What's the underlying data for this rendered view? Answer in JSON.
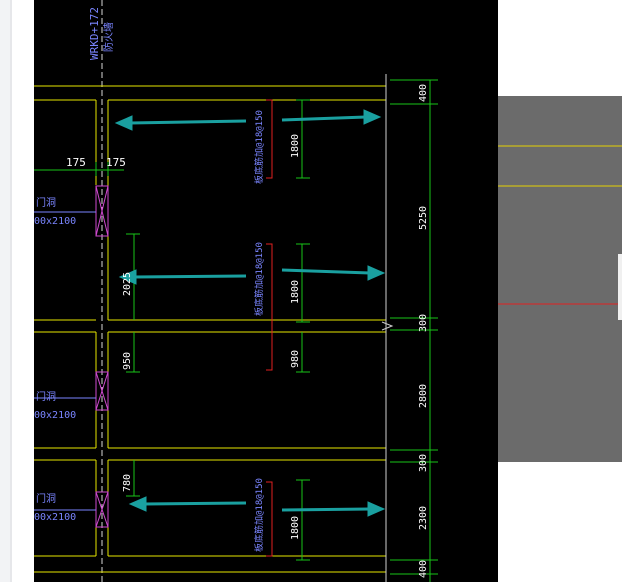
{
  "cad": {
    "axis_label": "WRKD+172",
    "axis_sub": "防火墙",
    "dim_left_a": "175",
    "dim_left_b": "175",
    "door1_name": "门洞",
    "door1_size": "00x2100",
    "door2_name": "门洞",
    "door2_size": "00x2100",
    "door3_name": "门洞",
    "door3_size": "00x2100",
    "rebar_note_1": "板底筋加@18@150",
    "rebar_note_2": "板底筋加@18@150",
    "rebar_note_3": "板底筋加@18@150",
    "dim_1800_a": "1800",
    "dim_1800_b": "1800",
    "dim_1800_c": "1800",
    "dim_950": "950",
    "dim_980": "980",
    "dim_2025": "2025",
    "dim_780": "780",
    "right_dims": [
      "400",
      "5250",
      "300",
      "2800",
      "300",
      "2300",
      "400"
    ]
  },
  "colors": {
    "background": "#000000",
    "wall": "#e6e600",
    "dimension": "#18c418",
    "arrow": "#1aa0a0",
    "text_blue": "#7a85ff",
    "door": "#d04ad0",
    "red": "#e02020",
    "panel": "#6b6b6b"
  }
}
